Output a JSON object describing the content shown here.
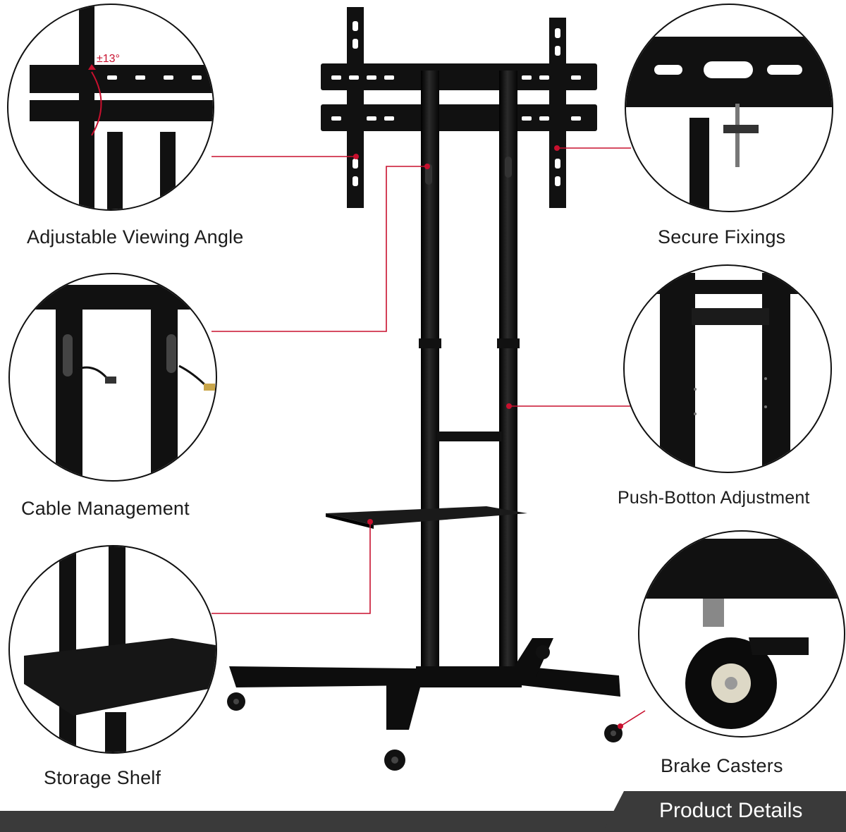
{
  "callouts": [
    {
      "id": "angle",
      "label": "Adjustable Viewing Angle"
    },
    {
      "id": "fixings",
      "label": "Secure Fixings"
    },
    {
      "id": "cable",
      "label": "Cable Management"
    },
    {
      "id": "push",
      "label": "Push-Botton Adjustment"
    },
    {
      "id": "shelf",
      "label": "Storage Shelf"
    },
    {
      "id": "casters",
      "label": "Brake Casters"
    }
  ],
  "angle_annotation": "±13°",
  "footer": {
    "title": "Product Details"
  },
  "colors": {
    "accent": "#c8102e",
    "metal": "#141414",
    "footer": "#3a3a3a"
  }
}
